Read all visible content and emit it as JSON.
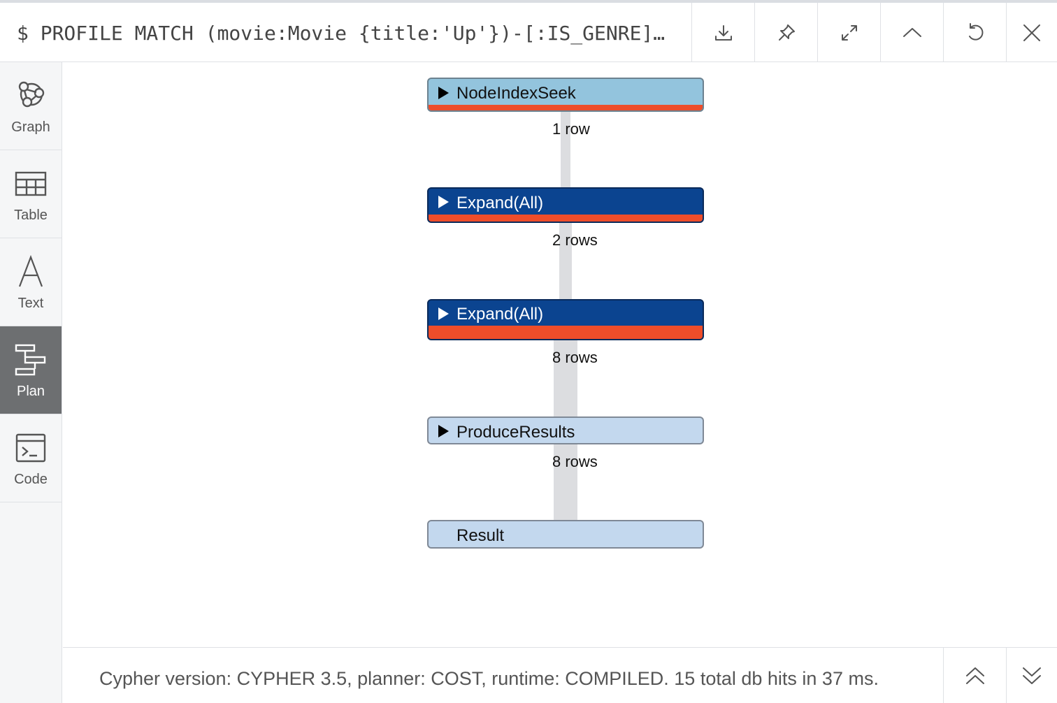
{
  "header": {
    "command": "$ PROFILE MATCH (movie:Movie {title:'Up'})-[:IS_GENRE]…",
    "buttons": [
      {
        "icon": "download-icon"
      },
      {
        "icon": "pin-icon"
      },
      {
        "icon": "expand-icon"
      },
      {
        "icon": "collapse-up-icon"
      },
      {
        "icon": "rerun-icon"
      },
      {
        "icon": "close-icon"
      }
    ]
  },
  "sidebar": {
    "items": [
      {
        "label": "Graph",
        "icon": "graph-icon",
        "active": false
      },
      {
        "label": "Table",
        "icon": "table-icon",
        "active": false
      },
      {
        "label": "Text",
        "icon": "text-icon",
        "active": false
      },
      {
        "label": "Plan",
        "icon": "plan-icon",
        "active": true
      },
      {
        "label": "Code",
        "icon": "code-icon",
        "active": false
      }
    ]
  },
  "plan": {
    "operators": [
      {
        "name": "NodeIndexSeek",
        "rows_below": "1 row",
        "expandable": true,
        "style": "light"
      },
      {
        "name": "Expand(All)",
        "rows_below": "2 rows",
        "expandable": true,
        "style": "dark"
      },
      {
        "name": "Expand(All)",
        "rows_below": "8 rows",
        "expandable": true,
        "style": "dark"
      },
      {
        "name": "ProduceResults",
        "rows_below": "8 rows",
        "expandable": true,
        "style": "pale"
      },
      {
        "name": "Result",
        "rows_below": "",
        "expandable": false,
        "style": "pale"
      }
    ],
    "colors": {
      "light": "#93c4dd",
      "dark": "#0b4490",
      "pale": "#c3d8ee",
      "cost_bar": "#ee4d2a"
    }
  },
  "footer": {
    "status": "Cypher version: CYPHER 3.5, planner: COST, runtime: COMPILED. 15 total db hits in 37 ms.",
    "buttons": [
      {
        "icon": "scroll-up-icon"
      },
      {
        "icon": "scroll-down-icon"
      }
    ]
  }
}
